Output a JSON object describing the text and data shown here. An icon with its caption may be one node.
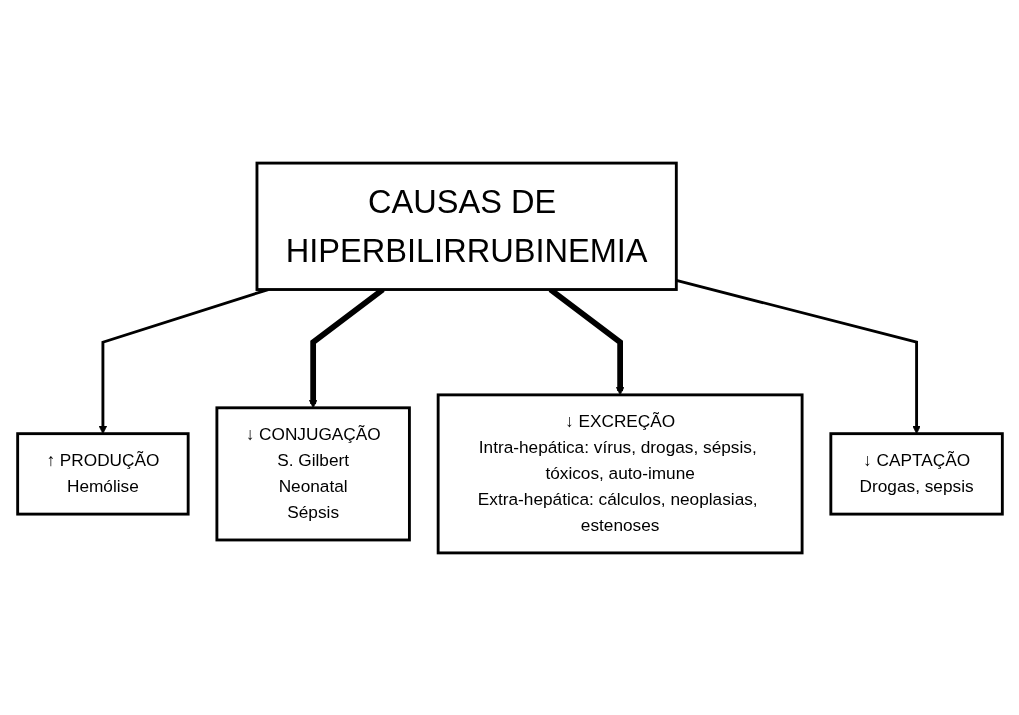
{
  "diagram": {
    "nodes": [
      {
        "text": [
          "CAUSAS DE HIPERBILIRRUBINEMIA"
        ]
      },
      {
        "text": [
          "↑ PRODUÇÃO",
          "Hemólise"
        ]
      },
      {
        "text": [
          "↓ CONJUGAÇÃO",
          "S. Gilbert",
          "Neonatal",
          "Sépsis"
        ]
      },
      {
        "text": [
          "↓ EXCREÇÃO",
          "Intra-hepática: vírus, drogas, sépsis, tóxicos, auto-imune",
          "Extra-hepática: cálculos, neoplasias, estenoses"
        ]
      },
      {
        "text": [
          "↓ CAPTAÇÃO",
          "Drogas, sepsis"
        ]
      }
    ],
    "edges": [
      {
        "from": 0,
        "to": 1,
        "arrow": "to"
      },
      {
        "from": 0,
        "to": 2,
        "arrow": "to",
        "style": "thick"
      },
      {
        "from": 0,
        "to": 3,
        "arrow": "to",
        "style": "thick"
      },
      {
        "from": 0,
        "to": 4,
        "arrow": "to"
      }
    ]
  }
}
